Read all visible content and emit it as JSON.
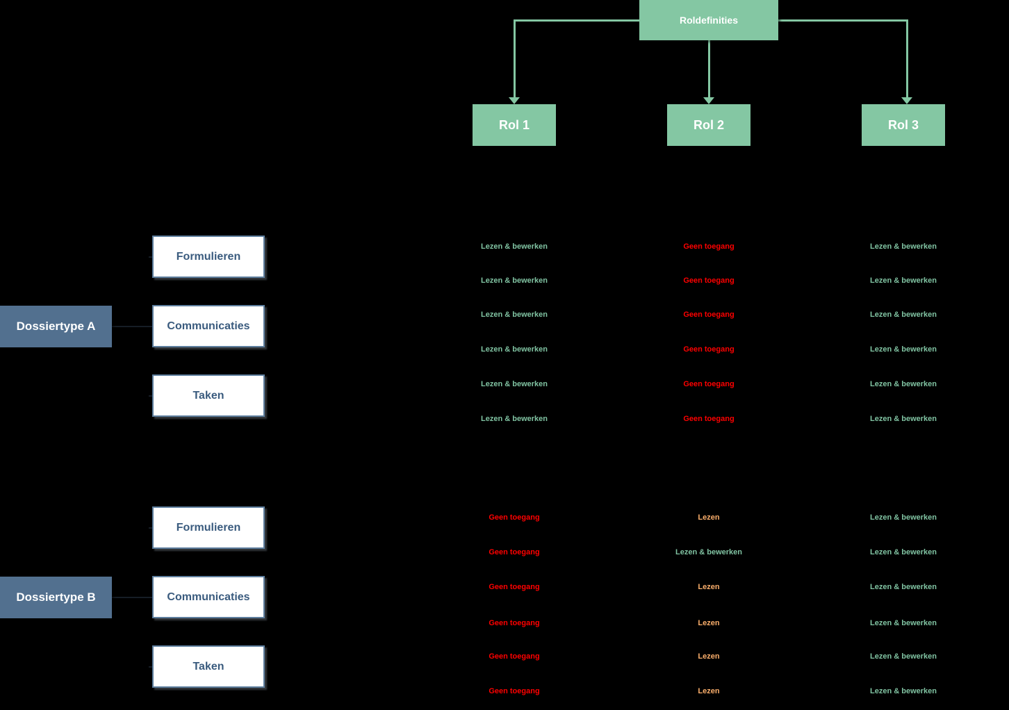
{
  "root_label": "Roldefinities",
  "roles": [
    "Rol 1",
    "Rol 2",
    "Rol 3"
  ],
  "sections": [
    {
      "label": "Dossiertype A",
      "categories": [
        "Formulieren",
        "Communicaties",
        "Taken"
      ],
      "rows": [
        [
          "Lezen & bewerken",
          "Geen toegang",
          "Lezen & bewerken"
        ],
        [
          "Lezen & bewerken",
          "Geen toegang",
          "Lezen & bewerken"
        ],
        [
          "Lezen & bewerken",
          "Geen toegang",
          "Lezen & bewerken"
        ],
        [
          "Lezen & bewerken",
          "Geen toegang",
          "Lezen & bewerken"
        ],
        [
          "Lezen & bewerken",
          "Geen toegang",
          "Lezen & bewerken"
        ],
        [
          "Lezen & bewerken",
          "Geen toegang",
          "Lezen & bewerken"
        ]
      ]
    },
    {
      "label": "Dossiertype B",
      "categories": [
        "Formulieren",
        "Communicaties",
        "Taken"
      ],
      "rows": [
        [
          "Geen toegang",
          "Lezen",
          "Lezen & bewerken"
        ],
        [
          "Geen toegang",
          "Lezen & bewerken",
          "Lezen & bewerken"
        ],
        [
          "Geen toegang",
          "Lezen",
          "Lezen & bewerken"
        ],
        [
          "Geen toegang",
          "Lezen",
          "Lezen & bewerken"
        ],
        [
          "Geen toegang",
          "Lezen",
          "Lezen & bewerken"
        ],
        [
          "Geen toegang",
          "Lezen",
          "Lezen & bewerken"
        ]
      ]
    }
  ],
  "theme": {
    "green": "#84C7A3",
    "slate": "#52708F",
    "boxborder": "#5D7E9E",
    "boxtext": "#3A5B7E",
    "darkline": "#161D26"
  },
  "access_colors": {
    "Lezen & bewerken": "#80C3A2",
    "Geen toegang": "#FF0000",
    "Lezen": "#FAAE6B"
  }
}
